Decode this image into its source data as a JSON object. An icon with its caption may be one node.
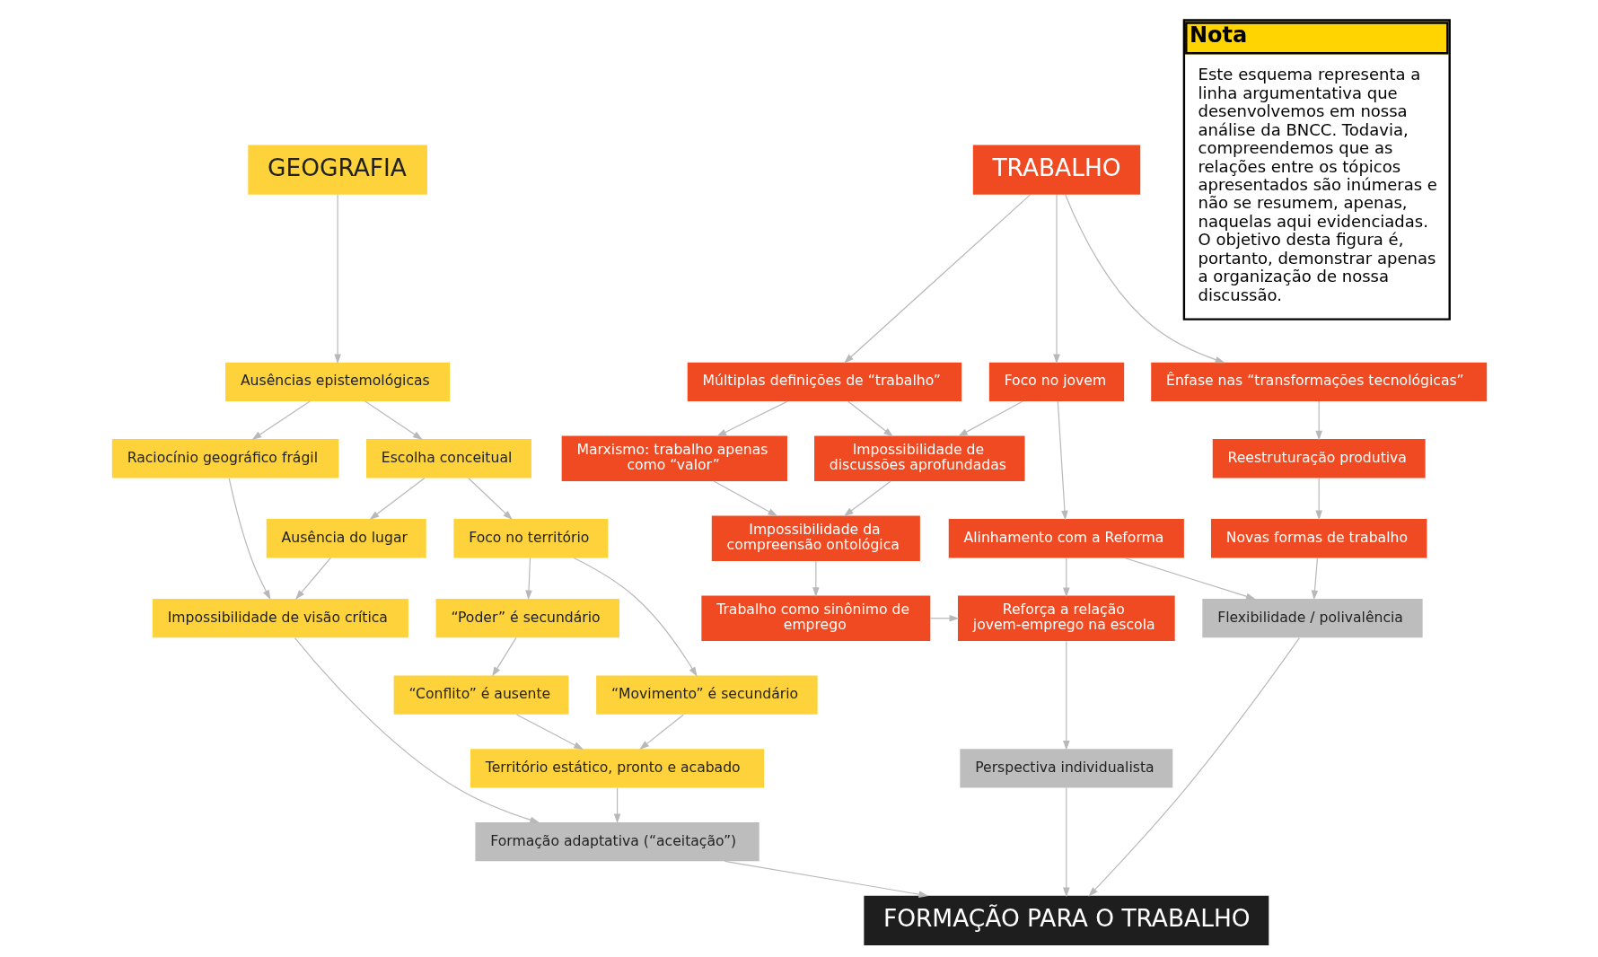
{
  "diagram": {
    "nodes": [
      {
        "text": [
          "GEOGRAFIA"
        ]
      },
      {
        "text": [
          "Ausências epistemológicas"
        ]
      },
      {
        "text": [
          "Raciocínio geográfico frágil"
        ]
      },
      {
        "text": [
          "Escolha conceitual"
        ]
      },
      {
        "text": [
          "Ausência do lugar"
        ]
      },
      {
        "text": [
          "Foco no território"
        ]
      },
      {
        "text": [
          "“Poder” é secundário"
        ]
      },
      {
        "text": [
          "“Movimento” é secundário"
        ]
      },
      {
        "text": [
          "“Conflito” é ausente"
        ]
      },
      {
        "text": [
          "Impossibilidade de visão crítica"
        ]
      },
      {
        "text": [
          "Território estático, pronto e acabado"
        ]
      },
      {
        "text": [
          "TRABALHO"
        ]
      },
      {
        "text": [
          "Múltiplas definições de “trabalho”"
        ]
      },
      {
        "text": [
          "Foco no jovem"
        ]
      },
      {
        "text": [
          "Ênfase nas “transformações tecnológicas”"
        ]
      },
      {
        "text": [
          "Marxismo: trabalho apenas como “valor”"
        ]
      },
      {
        "text": [
          "Impossibilidade de discussões aprofundadas"
        ]
      },
      {
        "text": [
          "Alinhamento com a Reforma"
        ]
      },
      {
        "text": [
          "Reestruturação produtiva"
        ]
      },
      {
        "text": [
          "Impossibilidade da compreensão ontológica"
        ]
      },
      {
        "text": [
          "Trabalho como sinônimo de emprego"
        ]
      },
      {
        "text": [
          "Reforça a relação jovem-emprego na escola"
        ]
      },
      {
        "text": [
          "Novas formas de trabalho"
        ]
      },
      {
        "text": [
          "Formação adaptativa (“aceitação”)"
        ]
      },
      {
        "text": [
          "Perspectiva individualista"
        ]
      },
      {
        "text": [
          "Flexibilidade / polivalência"
        ]
      },
      {
        "text": [
          "FORMAÇÃO PARA O TRABALHO"
        ]
      },
      {
        "text": [
          "Nota",
          "Este esquema representa a linha argumentativa que desenvolvemos em nossa análise da BNCC. Todavia, compreendemos que as relações entre os tópicos apresentados são inúmeras e não se resumem, apenas, naquelas aqui evidenciadas. O objetivo desta figura é, portanto, demonstrar apenas a organização de nossa discussão."
        ]
      }
    ],
    "edges": [
      {
        "from": 0,
        "to": 1,
        "arrow": "to"
      },
      {
        "from": 1,
        "to": 2,
        "arrow": "to"
      },
      {
        "from": 1,
        "to": 3,
        "arrow": "to"
      },
      {
        "from": 3,
        "to": 4,
        "arrow": "to"
      },
      {
        "from": 3,
        "to": 5,
        "arrow": "to"
      },
      {
        "from": 5,
        "to": 6,
        "arrow": "to"
      },
      {
        "from": 5,
        "to": 7,
        "arrow": "to"
      },
      {
        "from": 6,
        "to": 8,
        "arrow": "to"
      },
      {
        "from": 2,
        "to": 9,
        "arrow": "to"
      },
      {
        "from": 4,
        "to": 9,
        "arrow": "to"
      },
      {
        "from": 8,
        "to": 10,
        "arrow": "to"
      },
      {
        "from": 7,
        "to": 10,
        "arrow": "to"
      },
      {
        "from": 9,
        "to": 23,
        "arrow": "to"
      },
      {
        "from": 10,
        "to": 23,
        "arrow": "to"
      },
      {
        "from": 11,
        "to": 12,
        "arrow": "to"
      },
      {
        "from": 11,
        "to": 13,
        "arrow": "to"
      },
      {
        "from": 11,
        "to": 14,
        "arrow": "to"
      },
      {
        "from": 12,
        "to": 15,
        "arrow": "to"
      },
      {
        "from": 12,
        "to": 16,
        "arrow": "to"
      },
      {
        "from": 13,
        "to": 16,
        "arrow": "to"
      },
      {
        "from": 13,
        "to": 17,
        "arrow": "to"
      },
      {
        "from": 14,
        "to": 18,
        "arrow": "to"
      },
      {
        "from": 15,
        "to": 19,
        "arrow": "to"
      },
      {
        "from": 16,
        "to": 19,
        "arrow": "to"
      },
      {
        "from": 19,
        "to": 20,
        "arrow": "to"
      },
      {
        "from": 20,
        "to": 21,
        "arrow": "to"
      },
      {
        "from": 17,
        "to": 21,
        "arrow": "to"
      },
      {
        "from": 18,
        "to": 22,
        "arrow": "to"
      },
      {
        "from": 17,
        "to": 25,
        "arrow": "to"
      },
      {
        "from": 22,
        "to": 25,
        "arrow": "to"
      },
      {
        "from": 21,
        "to": 24,
        "arrow": "to"
      },
      {
        "from": 23,
        "to": 26,
        "arrow": "to"
      },
      {
        "from": 24,
        "to": 26,
        "arrow": "to"
      },
      {
        "from": 25,
        "to": 26,
        "arrow": "to"
      }
    ]
  }
}
